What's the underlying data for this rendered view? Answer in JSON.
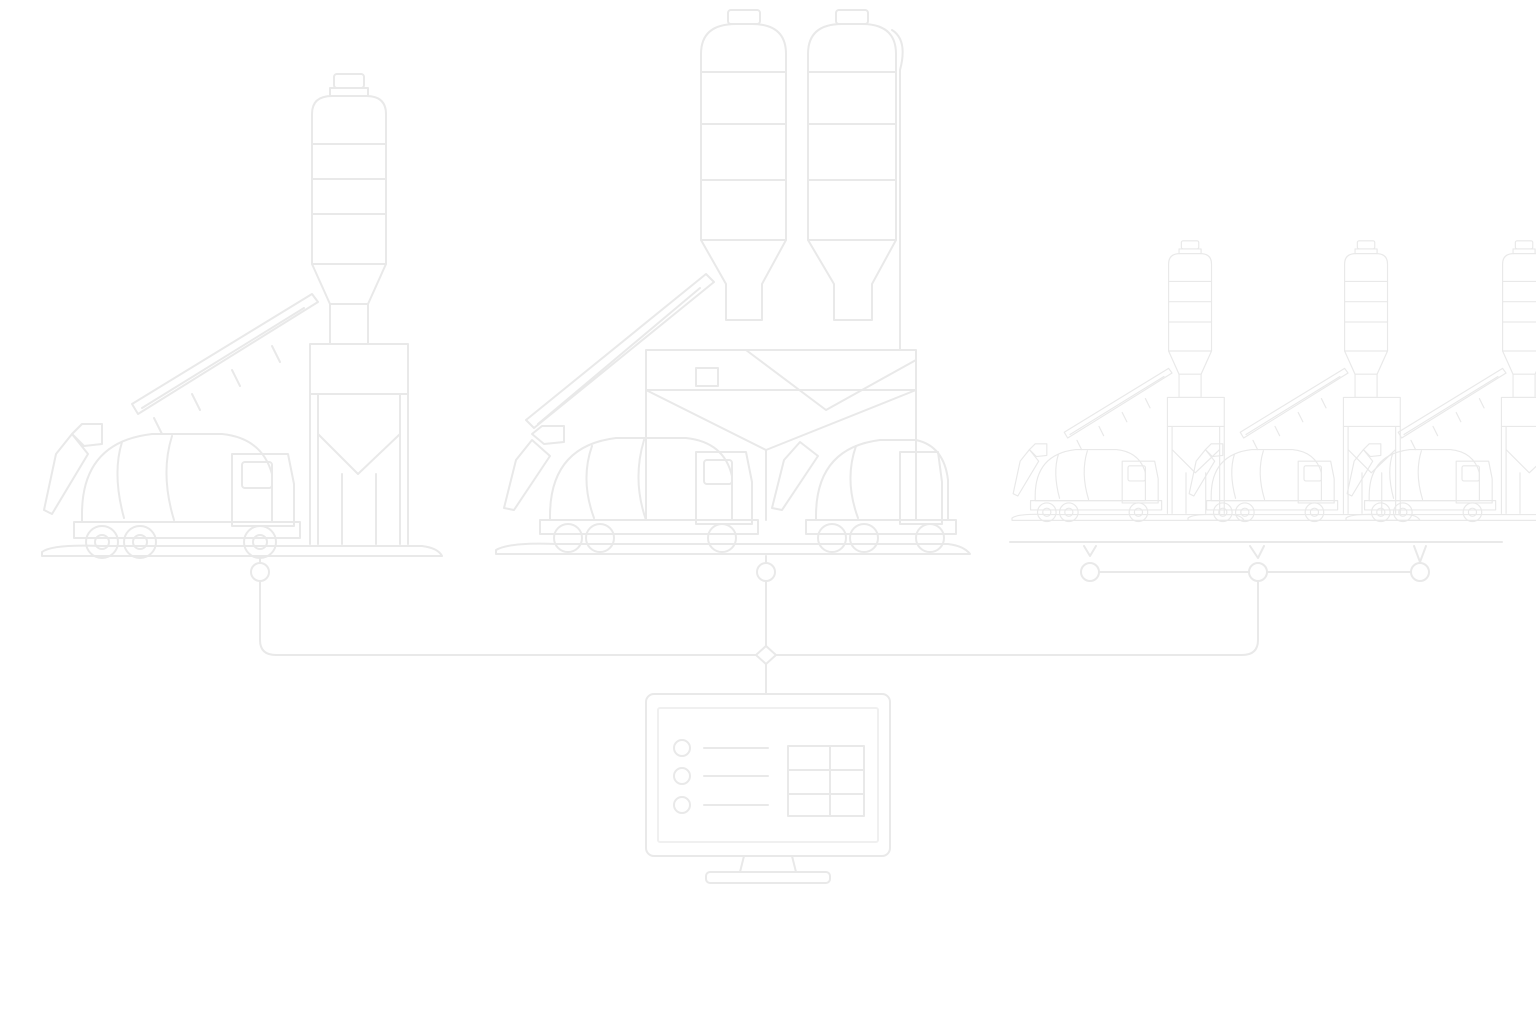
{
  "diagram": {
    "style": "white line art on white background",
    "colors": {
      "background": "#ffffff",
      "stroke": "#e9e9e9",
      "stroke_light": "#f1f1f1",
      "fill": "#ffffff"
    },
    "nodes": [
      {
        "id": "plant-single-silo",
        "kind": "batching plant with one silo and mixer truck",
        "silos": 1,
        "trucks": 1
      },
      {
        "id": "plant-twin-silo",
        "kind": "batching plant with two silos and two mixer trucks",
        "silos": 2,
        "trucks": 2
      },
      {
        "id": "plant-small-1",
        "kind": "small batching plant with one silo and truck",
        "silos": 1,
        "trucks": 1
      },
      {
        "id": "plant-small-2",
        "kind": "small batching plant with one silo and truck",
        "silos": 1,
        "trucks": 1
      },
      {
        "id": "plant-small-3",
        "kind": "small batching plant with one silo and truck",
        "silos": 1,
        "trucks": 1
      },
      {
        "id": "control-monitor",
        "kind": "central monitor with list and table",
        "list_rows": 3,
        "table_rows": 3,
        "table_cols": 2
      }
    ],
    "connections": [
      {
        "from": "plant-single-silo",
        "to": "control-monitor"
      },
      {
        "from": "plant-twin-silo",
        "to": "control-monitor"
      },
      {
        "from": "plant-small-2",
        "to": "control-monitor"
      },
      {
        "from": "plant-small-1",
        "to": "plant-small-2"
      },
      {
        "from": "plant-small-2",
        "to": "plant-small-3"
      }
    ]
  }
}
